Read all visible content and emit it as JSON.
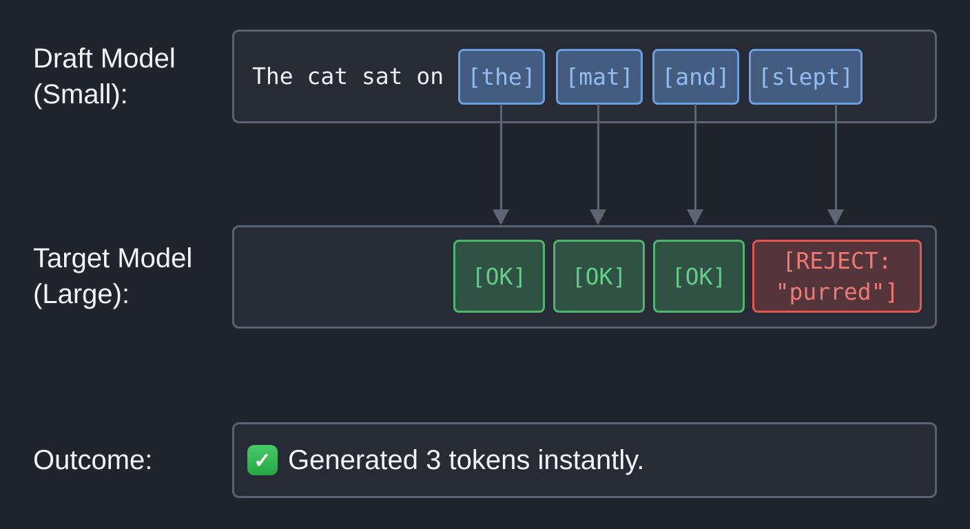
{
  "draft_row": {
    "label_lines": [
      "Draft Model",
      "(Small):"
    ],
    "context_text": "The cat sat on",
    "tokens": [
      "[the]",
      "[mat]",
      "[and]",
      "[slept]"
    ]
  },
  "target_row": {
    "label_lines": [
      "Target Model",
      "(Large):"
    ],
    "verdicts": [
      "[OK]",
      "[OK]",
      "[OK]"
    ],
    "reject_lines": [
      "[REJECT:",
      "\"purred\"]"
    ]
  },
  "outcome_row": {
    "label": "Outcome:",
    "icon": "check-mark-button-emoji",
    "check_glyph": "✓",
    "text": "Generated 3 tokens instantly."
  },
  "colors": {
    "bg": "#20242d",
    "panel-bg": "#262b36",
    "panel-border": "#5a6170",
    "label-text": "#f3f5f8",
    "context-text": "#eef1f4",
    "blue-border": "#6aa0e2",
    "blue-bg": "rgba(110,160,230,0.42)",
    "blue-text": "#93bdf0",
    "green-border": "#4db86b",
    "green-bg": "rgba(80,200,110,0.25)",
    "green-text": "#63ce85",
    "red-border": "#e2584f",
    "red-bg": "rgba(225,85,75,0.25)",
    "red-text": "#ef7a70",
    "arrow": "#5d6472",
    "check-green": "#27a847"
  }
}
